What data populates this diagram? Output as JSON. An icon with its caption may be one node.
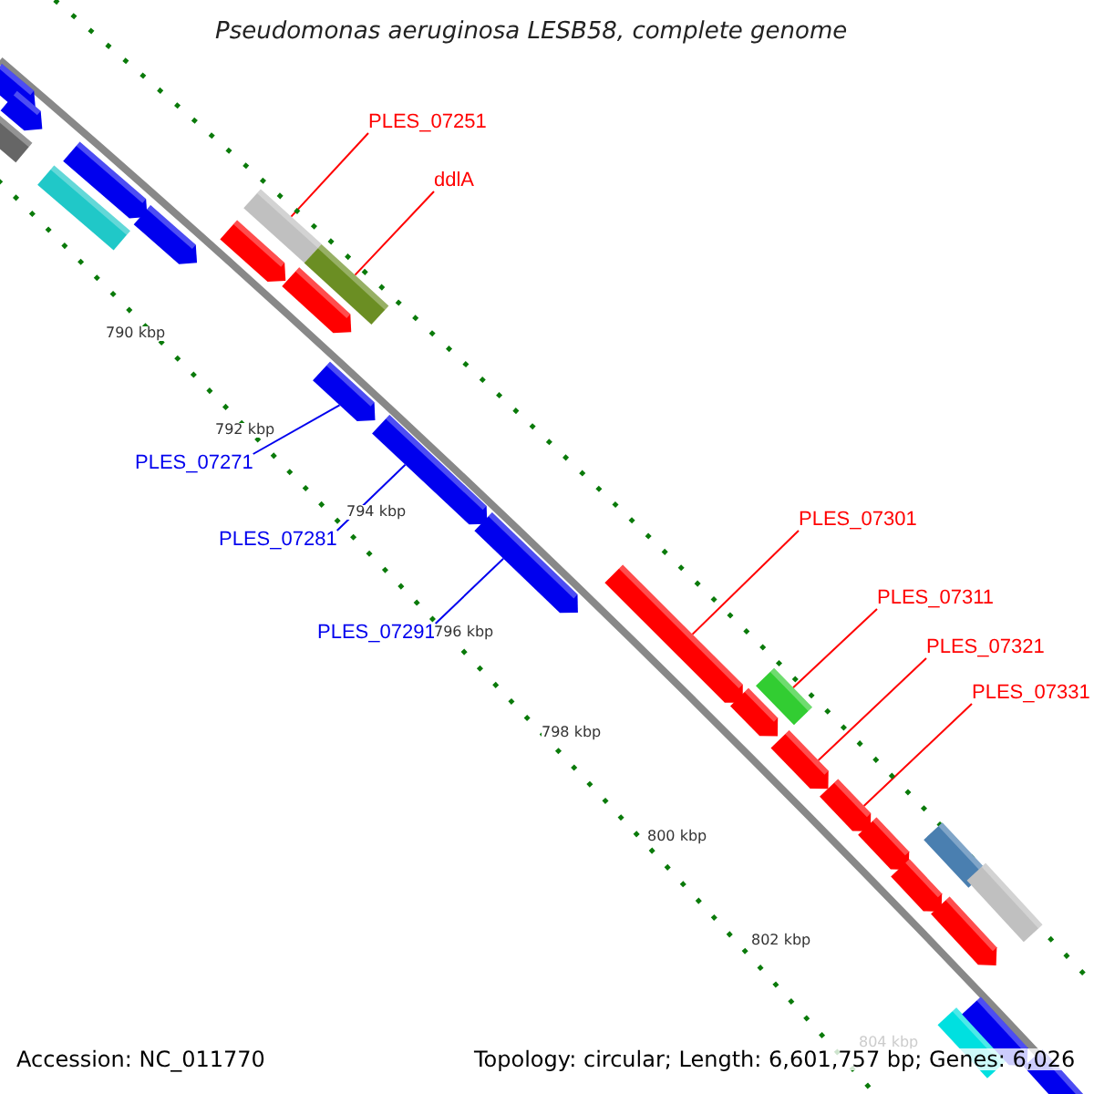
{
  "diagram": {
    "title": "Pseudomonas aeruginosa LESB58, complete genome",
    "nodes": [
      {
        "text": [
          "PLES_07251"
        ]
      },
      {
        "text": [
          "ddlA"
        ]
      },
      {
        "text": [
          "PLES_07271"
        ]
      },
      {
        "text": [
          "PLES_07281"
        ]
      },
      {
        "text": [
          "PLES_07291"
        ]
      },
      {
        "text": [
          "PLES_07301"
        ]
      },
      {
        "text": [
          "PLES_07311"
        ]
      },
      {
        "text": [
          "PLES_07321"
        ]
      },
      {
        "text": [
          "PLES_07331"
        ]
      },
      {
        "text": [],
        "shape": "bar"
      },
      {
        "text": [],
        "shape": "bar"
      },
      {
        "text": [],
        "shape": "bar"
      },
      {
        "text": [],
        "shape": "bar"
      },
      {
        "text": [],
        "shape": "bar"
      },
      {
        "text": [],
        "shape": "bar"
      },
      {
        "text": [],
        "shape": "bar"
      },
      {
        "text": [],
        "shape": "bar"
      },
      {
        "text": [],
        "shape": "bar"
      },
      {
        "text": [],
        "shape": "bar"
      },
      {
        "text": [],
        "shape": "bar"
      },
      {
        "text": [],
        "shape": "bar"
      },
      {
        "text": [],
        "shape": "bar"
      },
      {
        "text": [],
        "shape": "bar"
      },
      {
        "text": [],
        "shape": "bar"
      },
      {
        "text": [],
        "shape": "bar"
      },
      {
        "text": [],
        "shape": "bar"
      },
      {
        "text": [],
        "shape": "bar"
      },
      {
        "text": [],
        "shape": "bar"
      },
      {
        "text": [],
        "shape": "bar"
      },
      {
        "text": [],
        "shape": "bar"
      },
      {
        "text": [],
        "shape": "bar"
      },
      {
        "text": [],
        "shape": "bar"
      },
      {
        "text": [],
        "shape": "bar"
      },
      {
        "text": [],
        "shape": "bar"
      },
      {
        "text": [],
        "shape": "bar"
      }
    ],
    "edges": [
      {
        "from": 0,
        "to": 16,
        "arrow": "none"
      },
      {
        "from": 1,
        "to": 17,
        "arrow": "none"
      },
      {
        "from": 2,
        "to": 19,
        "arrow": "none",
        "color": "#0000ee"
      },
      {
        "from": 3,
        "to": 20,
        "arrow": "none",
        "color": "#0000ee"
      },
      {
        "from": 4,
        "to": 21,
        "arrow": "none",
        "color": "#0000ee"
      },
      {
        "from": 5,
        "to": 22,
        "arrow": "none"
      },
      {
        "from": 6,
        "to": 24,
        "arrow": "none"
      },
      {
        "from": 7,
        "to": 25,
        "arrow": "none"
      },
      {
        "from": 8,
        "to": 26,
        "arrow": "none"
      }
    ],
    "labels": [
      "790 kbp",
      "792 kbp",
      "794 kbp",
      "796 kbp",
      "798 kbp",
      "800 kbp",
      "802 kbp",
      "804 kbp",
      "Accession: NC_011770",
      "Topology: circular; Length: 6,601,757 bp; Genes: 6,026"
    ]
  }
}
